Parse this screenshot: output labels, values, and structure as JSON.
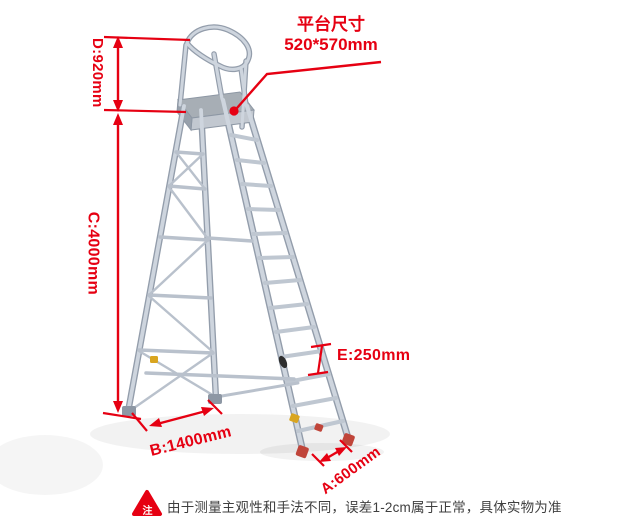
{
  "platform_callout": {
    "title": "平台尺寸",
    "size": "520*570mm"
  },
  "dimensions": {
    "d": "D:920mm",
    "c": "C:4000mm",
    "b": "B:1400mm",
    "a": "A:600mm",
    "e": "E:250mm"
  },
  "note": {
    "badge": "注",
    "text": "由于测量主观性和手法不同，误差1-2cm属于正常，具体实物为准"
  },
  "colors": {
    "annotation_red": "#e60012",
    "note_text": "#3f3f3f",
    "ladder_light": "#ced5de",
    "ladder_dark": "#939dab",
    "background": "#ffffff"
  }
}
